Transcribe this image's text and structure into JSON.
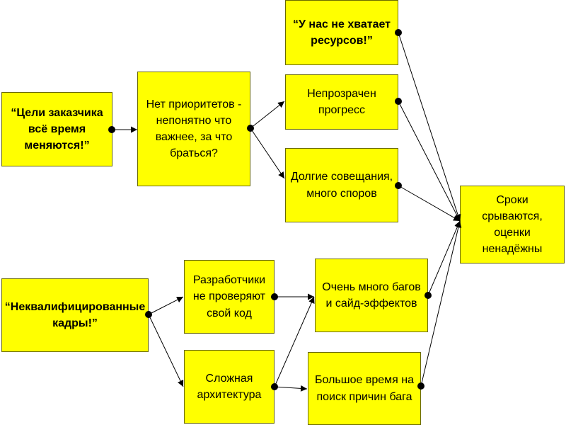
{
  "diagram": {
    "colors": {
      "box_fill": "#ffff00",
      "box_border": "#6a6a00",
      "line": "#000000",
      "background": "#ffffff"
    },
    "nodes": {
      "goals": "“Цели заказчика\nвсё время\nменяются!”",
      "priorities": "Нет приоритетов -\nнепонятно что\nважнее, за что\nбраться?",
      "resources": "“У нас не хватает\nресурсов!”",
      "progress": "Непрозрачен\nпрогресс",
      "meetings": "Долгие совещания,\nмного споров",
      "deadlines": "Сроки срываются,\nоценки\nненадёжны",
      "staff": "“Неквалифицированные\nкадры!”",
      "devs": "Разработчики\nне проверяют\nсвой код",
      "bugs": "Очень много багов\nи сайд-эффектов",
      "architecture": "Сложная\nархитектура",
      "bugtime": "Большое время на\nпоиск причин бага"
    },
    "edges": [
      [
        "goals",
        "priorities"
      ],
      [
        "priorities",
        "progress"
      ],
      [
        "priorities",
        "meetings"
      ],
      [
        "resources",
        "deadlines"
      ],
      [
        "progress",
        "deadlines"
      ],
      [
        "meetings",
        "deadlines"
      ],
      [
        "staff",
        "devs"
      ],
      [
        "staff",
        "architecture"
      ],
      [
        "devs",
        "bugs"
      ],
      [
        "architecture",
        "bugs"
      ],
      [
        "architecture",
        "bugtime"
      ],
      [
        "bugs",
        "deadlines"
      ],
      [
        "bugtime",
        "deadlines"
      ]
    ]
  }
}
